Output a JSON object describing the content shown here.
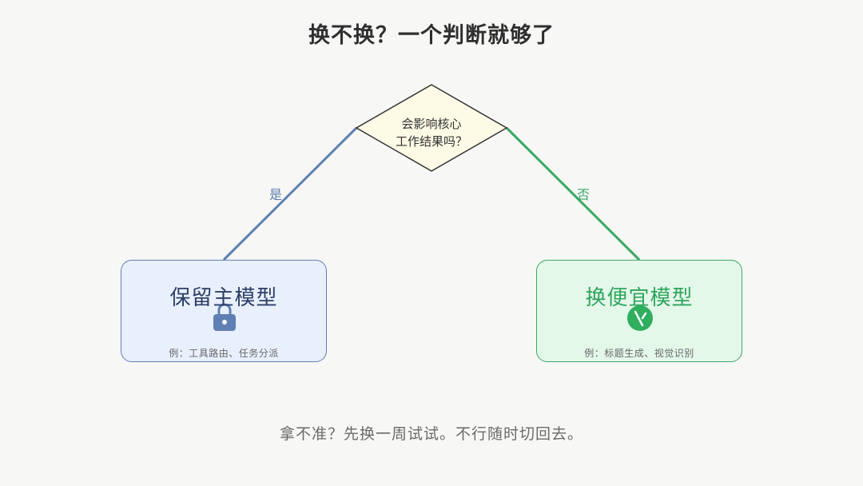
{
  "title": "换不换？一个判断就够了",
  "decision": {
    "question_line1": "会影响核心",
    "question_line2": "工作结果吗？"
  },
  "edges": {
    "yes_label": "是",
    "no_label": "否",
    "yes_color": "#5a7cb0",
    "no_color": "#3aa866"
  },
  "outcomes": {
    "keep": {
      "title": "保留主模型",
      "icon": "lock-icon",
      "example": "例：工具路由、任务分派"
    },
    "switch": {
      "title": "换便宜模型",
      "icon": "pencil-check-icon",
      "example": "例：标题生成、视觉识别"
    }
  },
  "footer": "拿不准？先换一周试试。不行随时切回去。"
}
